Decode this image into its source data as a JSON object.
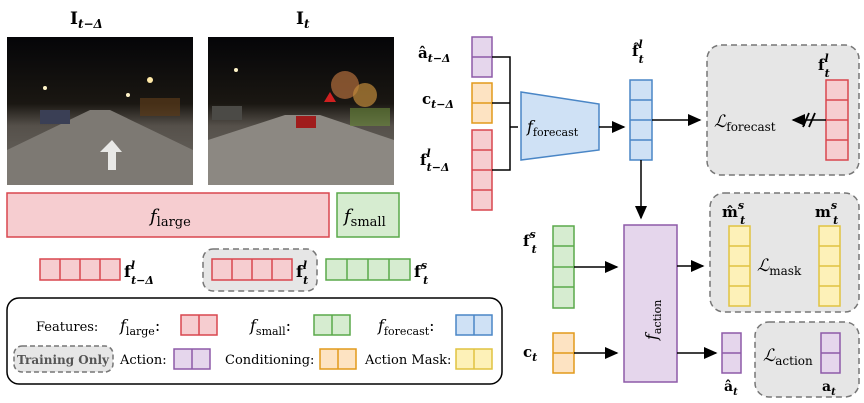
{
  "images": {
    "prev": {
      "label": "I",
      "sub": "t−Δ"
    },
    "curr": {
      "label": "I",
      "sub": "t"
    }
  },
  "left": {
    "large_bar": {
      "f": "f",
      "sub": "large"
    },
    "small_bar": {
      "f": "f",
      "sub": "small"
    },
    "feat_prev": {
      "f": "f",
      "sup": "l",
      "sub": "t−Δ"
    },
    "feat_curr": {
      "f": "f",
      "sup": "l",
      "sub": "t"
    },
    "feat_small": {
      "f": "f",
      "sup": "s",
      "sub": "t"
    }
  },
  "legend": {
    "features": "Features:",
    "large": {
      "f": "f",
      "sub": "large",
      "suffix": ":"
    },
    "small": {
      "f": "f",
      "sub": "small",
      "suffix": ":"
    },
    "forecast": {
      "f": "f",
      "sub": "forecast",
      "suffix": ":"
    },
    "training_only": "Training Only",
    "action": "Action:",
    "conditioning": "Conditioning:",
    "action_mask": "Action Mask:"
  },
  "forecast": {
    "in_a": {
      "f": "â",
      "sub": "t−Δ"
    },
    "in_c": {
      "f": "c",
      "sub": "t−Δ"
    },
    "in_f": {
      "f": "f",
      "sup": "l",
      "sub": "t−Δ"
    },
    "block": {
      "f": "f",
      "sub": "forecast"
    },
    "out": {
      "f": "f̂",
      "sup": "l",
      "sub": "t"
    },
    "target": {
      "f": "f",
      "sup": "l",
      "sub": "t"
    },
    "loss": {
      "L": "ℒ",
      "sub": "forecast"
    }
  },
  "action": {
    "in_f": {
      "f": "f",
      "sup": "s",
      "sub": "t"
    },
    "in_c": {
      "f": "c",
      "sub": "t"
    },
    "block": {
      "f": "f",
      "sub": "action"
    },
    "mask_pred": {
      "f": "m̂",
      "sup": "s",
      "sub": "t"
    },
    "mask_gt": {
      "f": "m",
      "sup": "s",
      "sub": "t"
    },
    "loss_mask": {
      "L": "ℒ",
      "sub": "mask"
    },
    "a_pred": {
      "f": "â",
      "sub": "t"
    },
    "a_gt": {
      "f": "a",
      "sub": "t"
    },
    "loss_action": {
      "L": "ℒ",
      "sub": "action"
    }
  },
  "colors": {
    "large_fill": "#f6cdd0",
    "large_stroke": "#d9474f",
    "small_fill": "#d6ecd0",
    "small_stroke": "#5aa94a",
    "forecast_fill": "#cfe1f5",
    "forecast_stroke": "#4a86c6",
    "action_fill": "#e5d6ec",
    "action_stroke": "#8d5aa8",
    "cond_fill": "#fde3c2",
    "cond_stroke": "#e29a1b",
    "mask_fill": "#fdf1b8",
    "mask_stroke": "#e0c341",
    "training_bg": "#e6e6e6",
    "training_stroke": "#777777"
  }
}
